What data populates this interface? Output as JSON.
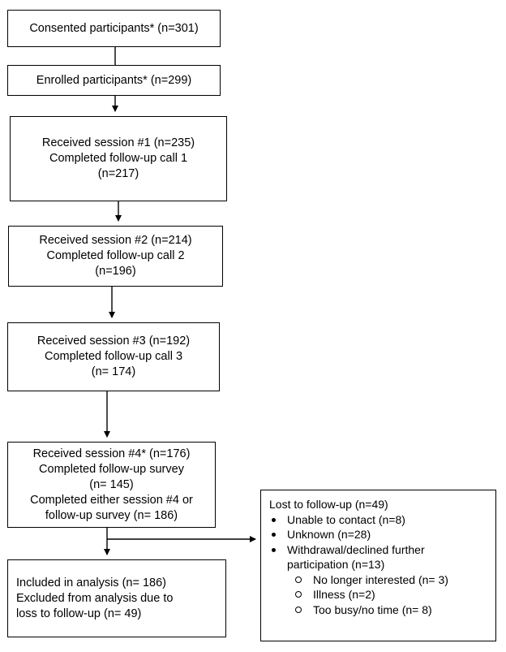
{
  "boxes": {
    "consented": "Consented participants* (n=301)",
    "enrolled": "Enrolled participants* (n=299)",
    "session1": [
      "Received session #1 (n=235)",
      "Completed follow-up call 1",
      "(n=217)"
    ],
    "session2": [
      "Received session #2 (n=214)",
      "Completed follow-up call 2",
      "(n=196)"
    ],
    "session3": [
      "Received session #3 (n=192)",
      "Completed follow-up call 3",
      "(n= 174)"
    ],
    "session4": [
      "Received session #4* (n=176)",
      "Completed follow-up survey",
      "(n= 145)",
      "Completed either session #4 or",
      "follow-up survey (n= 186)"
    ],
    "analysis": [
      "Included in analysis (n= 186)",
      "Excluded from analysis due to",
      "loss to follow-up (n= 49)"
    ]
  },
  "lost": {
    "title": "Lost to follow-up (n=49)",
    "items": [
      "Unable to contact (n=8)",
      "Unknown (n=28)",
      "Withdrawal/declined further",
      "participation (n=13)"
    ],
    "subitems": [
      "No longer interested (n= 3)",
      "Illness (n=2)",
      "Too busy/no time (n= 8)"
    ]
  }
}
